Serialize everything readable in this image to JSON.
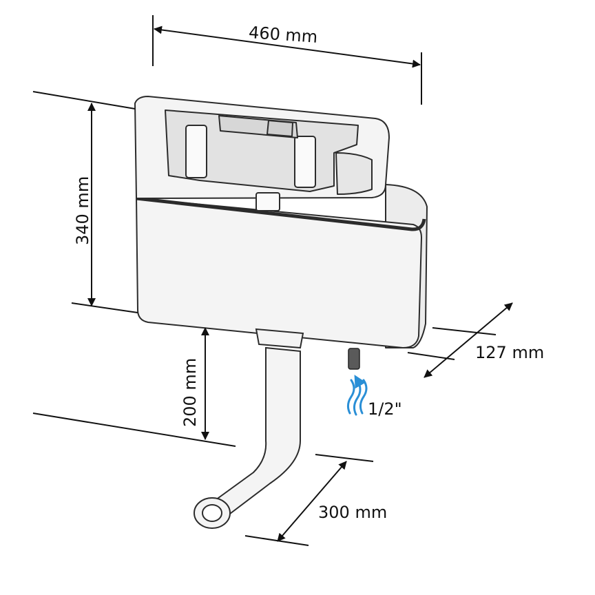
{
  "figure": {
    "dimensions": {
      "width": "460 mm",
      "height": "340 mm",
      "depth": "127 mm",
      "flush_pipe_drop": "200 mm",
      "flush_pipe_reach": "300 mm"
    },
    "inlet": {
      "size": "1/2\"",
      "arrow_color": "#2a8fd6"
    },
    "colors": {
      "line": "#111111",
      "cistern_fill": "#f4f4f4",
      "cistern_stroke": "#2b2b2b"
    }
  }
}
